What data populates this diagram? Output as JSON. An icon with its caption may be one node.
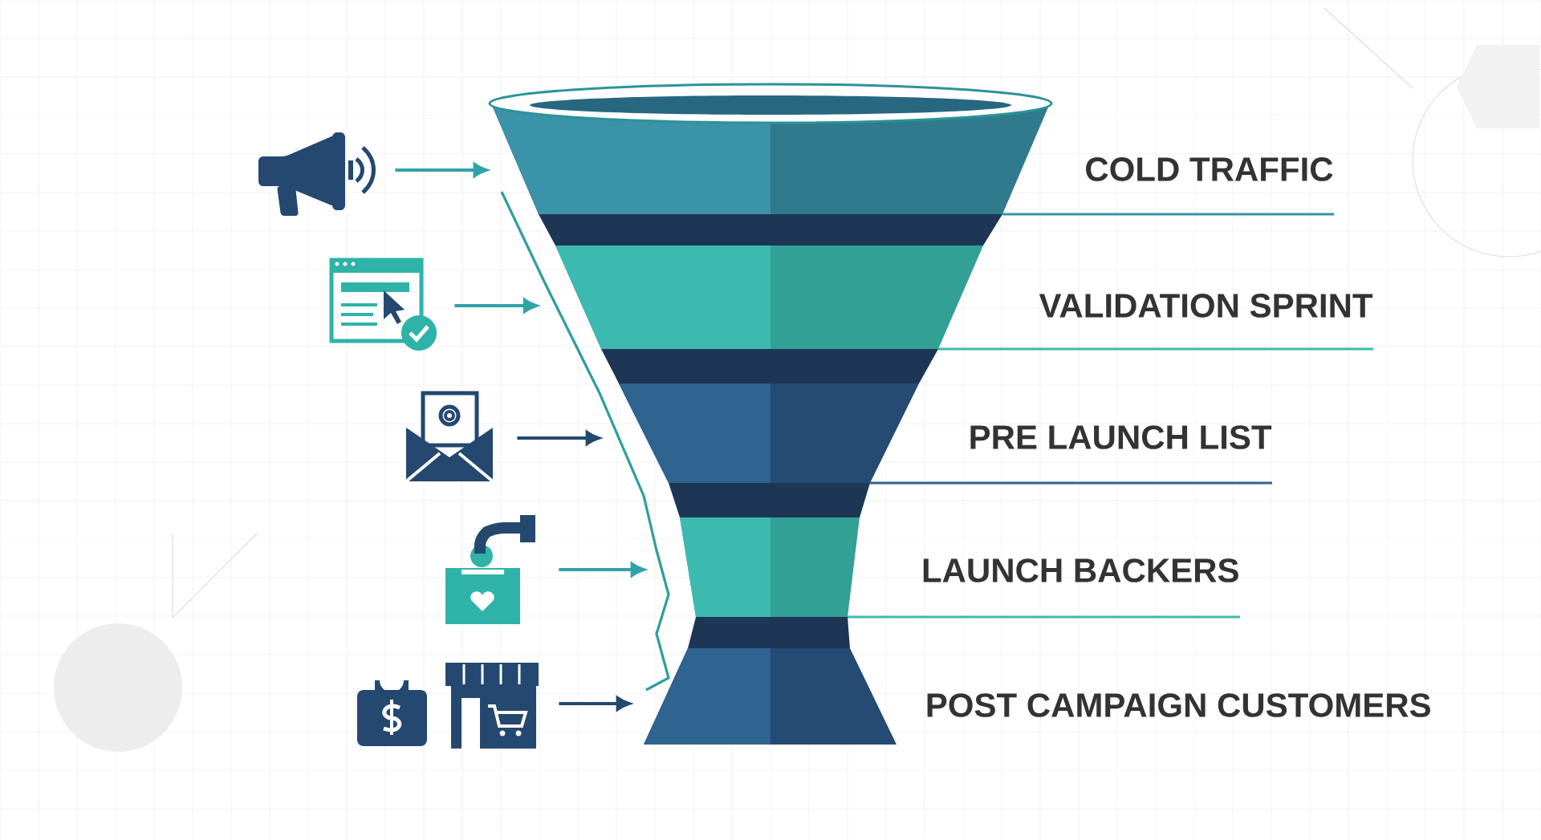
{
  "diagram": {
    "nodes": [
      {
        "text": [
          "COLD TRAFFIC"
        ]
      },
      {
        "text": [
          "VALIDATION SPRINT"
        ]
      },
      {
        "text": [
          "PRE LAUNCH LIST"
        ]
      },
      {
        "text": [
          "LAUNCH BACKERS"
        ]
      },
      {
        "text": [
          "POST CAMPAIGN CUSTOMERS"
        ]
      },
      {
        "text": [],
        "shape": "picture"
      },
      {
        "text": [],
        "shape": "picture"
      },
      {
        "text": [],
        "shape": "picture"
      },
      {
        "text": [],
        "shape": "picture"
      },
      {
        "text": [],
        "shape": "picture"
      }
    ],
    "edges": [
      {
        "from": 5,
        "to": 0,
        "arrow": "to"
      },
      {
        "from": 6,
        "to": 1,
        "arrow": "to"
      },
      {
        "from": 7,
        "to": 2,
        "arrow": "to",
        "color": "#24486f"
      },
      {
        "from": 8,
        "to": 3,
        "arrow": "to"
      },
      {
        "from": 9,
        "to": 4,
        "arrow": "to",
        "color": "#24486f"
      }
    ]
  }
}
